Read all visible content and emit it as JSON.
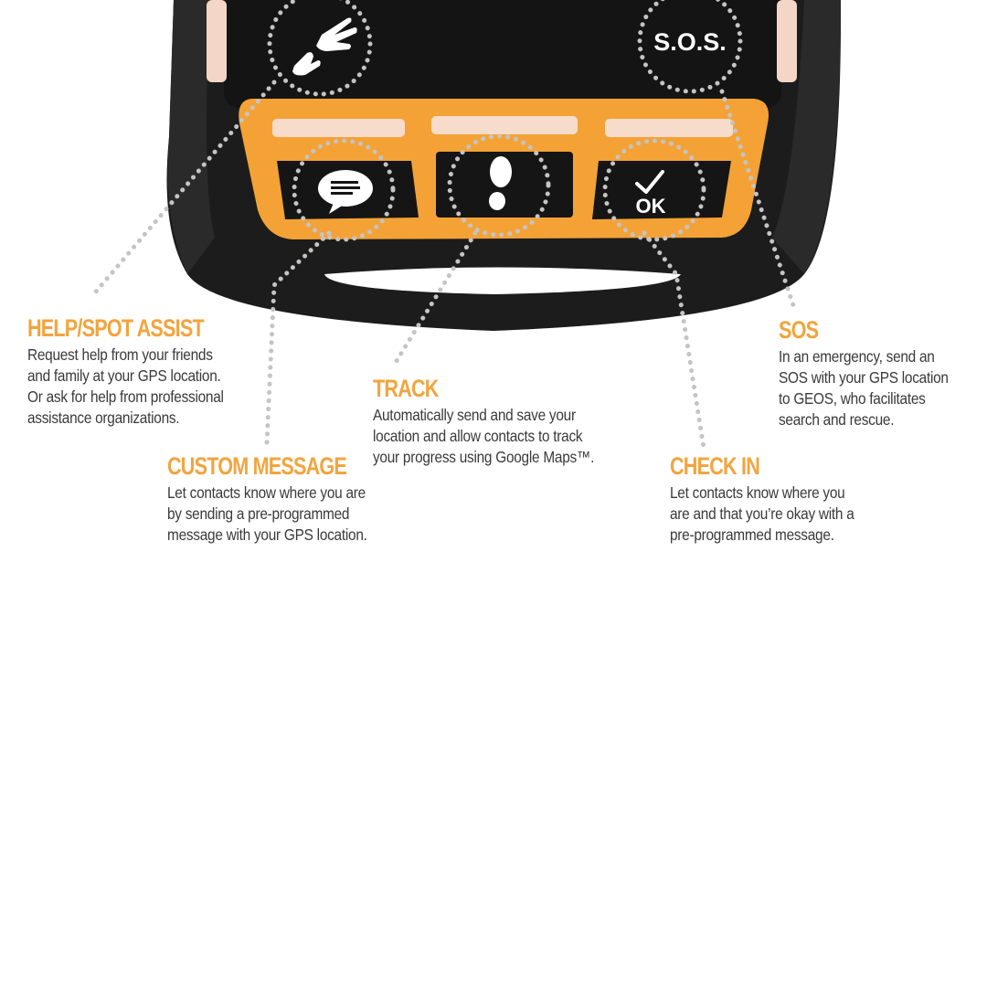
{
  "device": {
    "sos_button_label": "S.O.S.",
    "check_in_button_label": "OK",
    "colors": {
      "body": "#1b1b1b",
      "accent": "#f4a236",
      "light_bar": "#f7d9c8",
      "dots": "#b9b9b9"
    },
    "icons": [
      "hands-icon",
      "sos-icon",
      "message-bubble-icon",
      "footprint-icon",
      "checkmark-icon"
    ]
  },
  "callouts": {
    "help": {
      "title": "HELP/SPOT ASSIST",
      "lines": [
        "Request help from your friends",
        "and family at your GPS location.",
        "Or ask for help from professional",
        "assistance organizations."
      ]
    },
    "track": {
      "title": "TRACK",
      "lines": [
        "Automatically send and save your",
        "location and allow contacts to track",
        "your progress using Google Maps™."
      ]
    },
    "custom": {
      "title": "CUSTOM MESSAGE",
      "lines": [
        "Let contacts know where you are",
        "by sending a pre-programmed",
        "message with your GPS location."
      ]
    },
    "checkin": {
      "title": "CHECK IN",
      "lines": [
        "Let contacts know where you",
        "are and that you’re okay with a",
        "pre-programmed message."
      ]
    },
    "sos": {
      "title": "SOS",
      "lines": [
        "In an emergency, send an",
        "SOS with your GPS location",
        "to GEOS, who facilitates",
        "search and rescue."
      ]
    }
  }
}
